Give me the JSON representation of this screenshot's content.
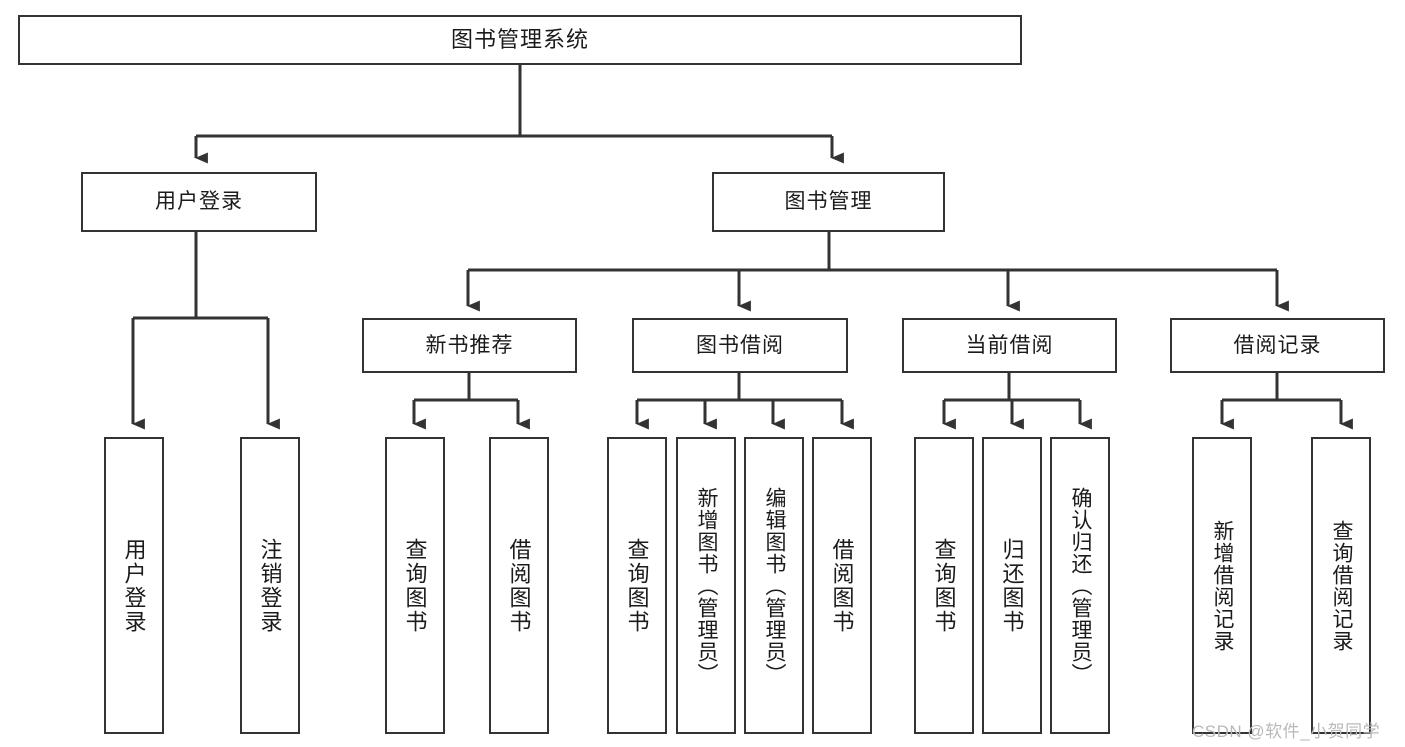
{
  "diagram": {
    "title": "图书管理系统",
    "type": "function-structure-tree",
    "edge_color": "#333333",
    "box_border_color": "#333333",
    "box_fill_color": "#ffffff",
    "text_color": "#1b1b1b"
  },
  "root": {
    "label": "图书管理系统"
  },
  "level2": [
    {
      "label": "用户登录"
    },
    {
      "label": "图书管理"
    }
  ],
  "level3": [
    {
      "label": "新书推荐"
    },
    {
      "label": "图书借阅"
    },
    {
      "label": "当前借阅"
    },
    {
      "label": "借阅记录"
    }
  ],
  "leaves": {
    "user_login": [
      {
        "label": "用户登录"
      },
      {
        "label": "注销登录"
      }
    ],
    "new_book_recommend": [
      {
        "label": "查询图书"
      },
      {
        "label": "借阅图书"
      }
    ],
    "book_borrow": [
      {
        "label": "查询图书"
      },
      {
        "label": "新增图书（管理员）"
      },
      {
        "label": "编辑图书（管理员）"
      },
      {
        "label": "借阅图书"
      }
    ],
    "current_borrow": [
      {
        "label": "查询图书"
      },
      {
        "label": "归还图书"
      },
      {
        "label": "确认归还（管理员）"
      }
    ],
    "borrow_record": [
      {
        "label": "新增借阅记录"
      },
      {
        "label": "查询借阅记录"
      }
    ]
  },
  "watermark": {
    "text": "CSDN @软件_小贺同学"
  }
}
